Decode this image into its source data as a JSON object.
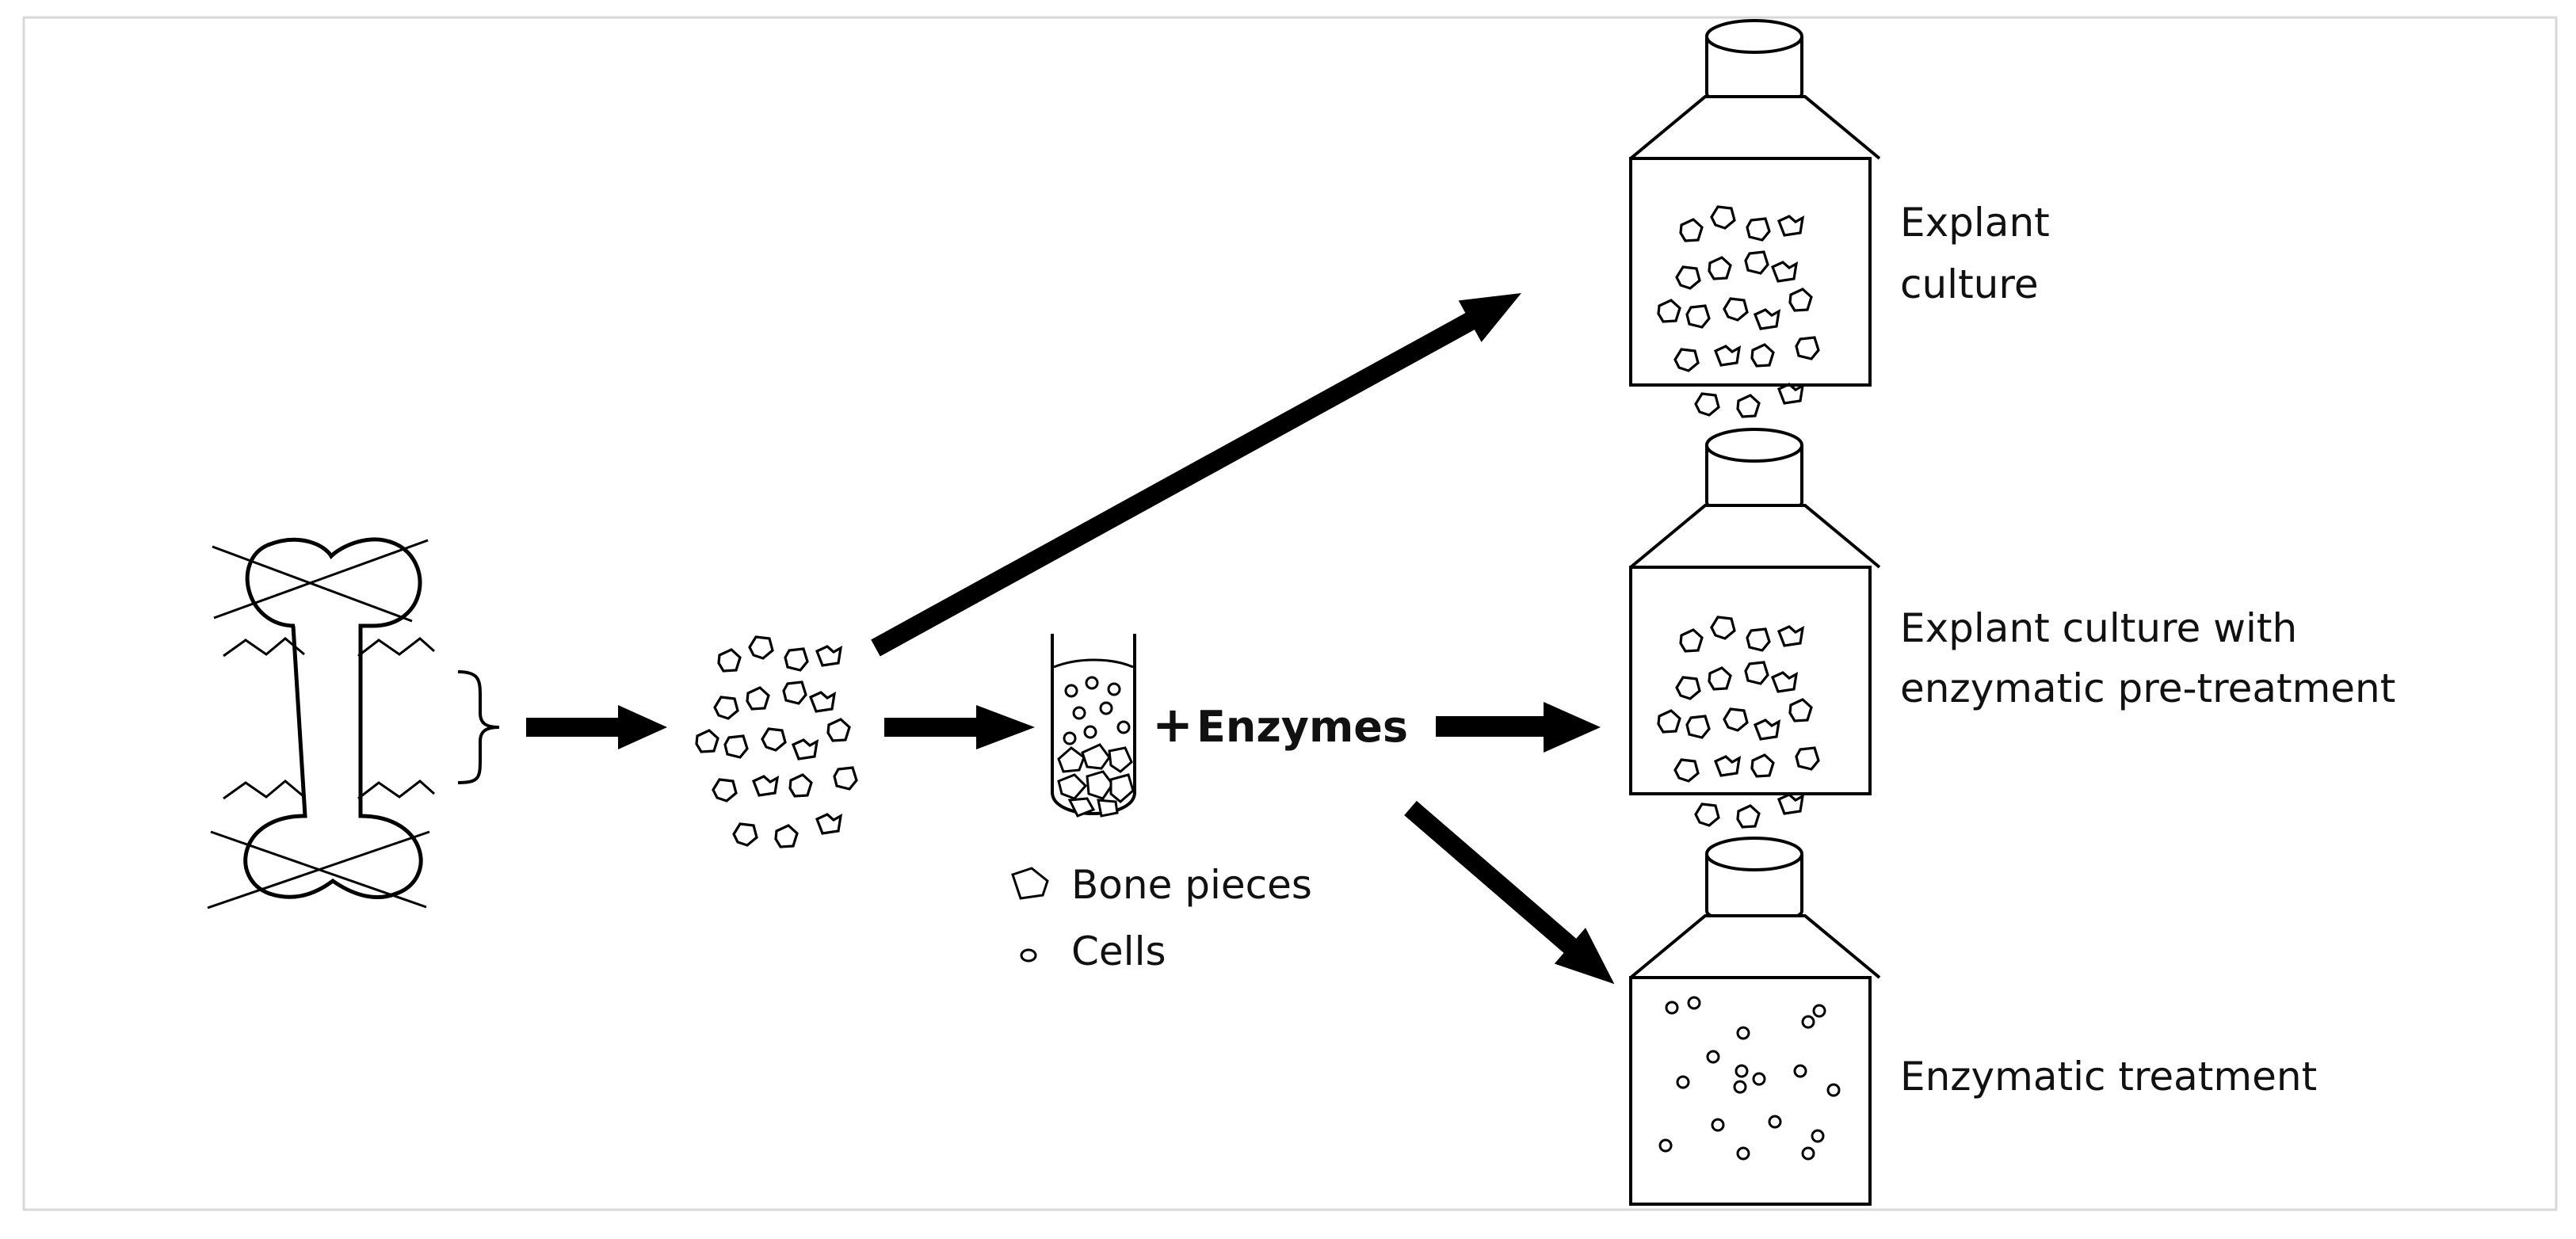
{
  "labels": {
    "enzymes": "Enzymes",
    "plus": "+",
    "bone_pieces": "Bone pieces",
    "cells": "Cells",
    "explant_culture": [
      "Explant",
      "culture"
    ],
    "explant_pretreatment": [
      "Explant culture with",
      "enzymatic pre-treatment"
    ],
    "enzymatic_treatment": "Enzymatic treatment"
  },
  "colors": {
    "ink": "#000000",
    "frame": "#d9d9d9",
    "background": "#ffffff"
  }
}
